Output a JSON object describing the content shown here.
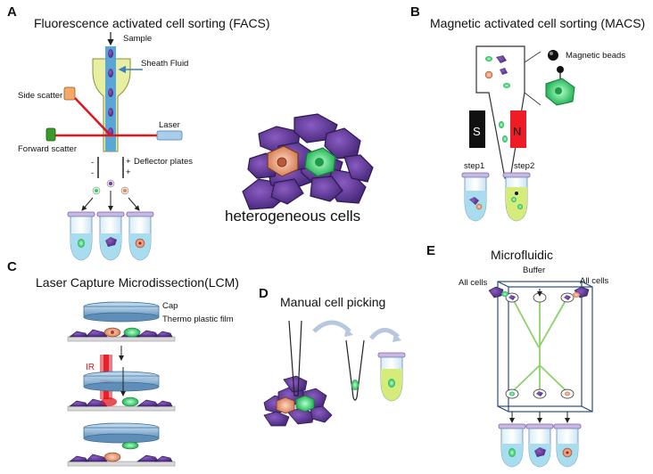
{
  "panels": {
    "a": {
      "letter": "A",
      "title": "Fluorescence activated cell sorting (FACS)",
      "sample": "Sample",
      "sheath": "Sheath Fluid",
      "side_scatter": "Side scatter",
      "laser": "Laser",
      "forward_scatter": "Forward scatter",
      "deflector": "Deflector plates",
      "plus": "+",
      "minus": "-"
    },
    "b": {
      "letter": "B",
      "title": "Magnetic activated cell sorting (MACS)",
      "beads": "Magnetic beads",
      "south": "S",
      "north": "N",
      "step1": "step1",
      "step2": "step2"
    },
    "center": {
      "label": "heterogeneous cells"
    },
    "c": {
      "letter": "C",
      "title": "Laser Capture Microdissection(LCM)",
      "cap": "Cap",
      "film": "Thermo plastic film",
      "ir": "IR"
    },
    "d": {
      "letter": "D",
      "title": "Manual cell picking"
    },
    "e": {
      "letter": "E",
      "title": "Microfluidic",
      "all_cells_left": "All cells",
      "buffer": "Buffer",
      "all_cells_right": "All cells"
    }
  },
  "colors": {
    "purple": "#6a3fa0",
    "purple_dark": "#3d2266",
    "green_cell": "#33cc66",
    "pink_cell": "#e8a07a",
    "laser_red": "#e0141e",
    "tube_blue": "#a8dcef",
    "tube_yellow": "#d6ec7a",
    "magnet_red": "#ee1c24",
    "magnet_black": "#111111",
    "cap_blue": "#7fa8c9",
    "channel_green": "#8cd26a"
  }
}
